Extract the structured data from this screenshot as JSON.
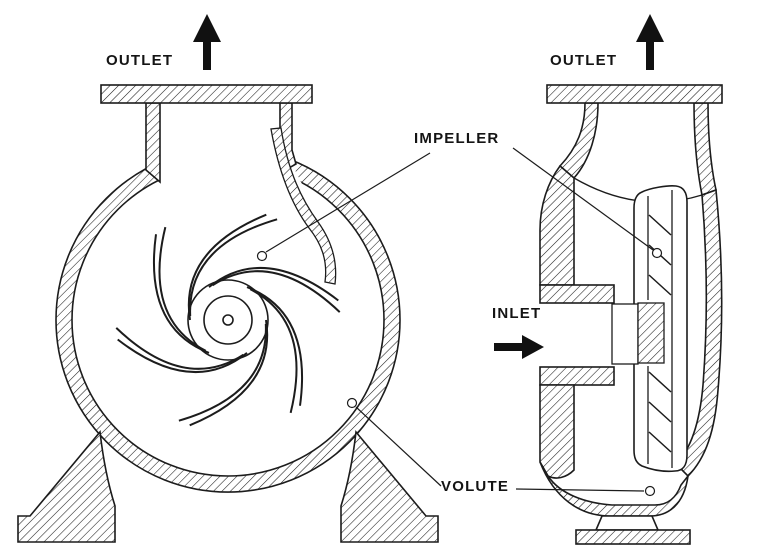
{
  "figure": {
    "colors": {
      "line": "#1c1c1c",
      "background": "#ffffff",
      "arrow": "#111111"
    },
    "icons": {
      "outlet_left_arrow": "up-arrow",
      "outlet_right_arrow": "up-arrow",
      "inlet_arrow": "right-arrow"
    }
  },
  "labels": {
    "outlet_left": "OUTLET",
    "outlet_right": "OUTLET",
    "impeller": "IMPELLER",
    "inlet": "INLET",
    "volute": "VOLUTE"
  }
}
